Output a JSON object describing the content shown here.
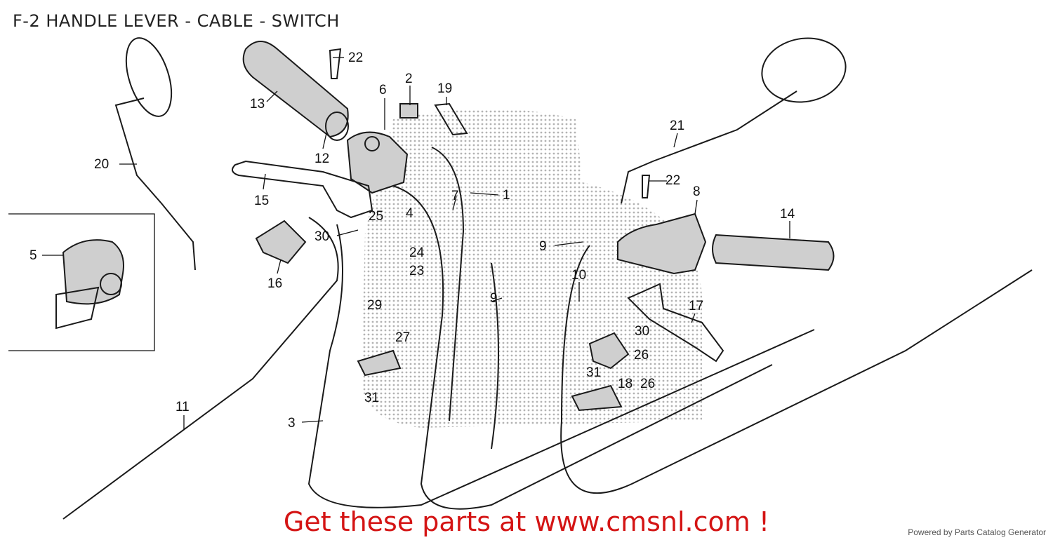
{
  "title": "F-2 HANDLE LEVER - CABLE - SWITCH",
  "promo": "Get these parts at www.cmsnl.com !",
  "powered_by": "Powered by Parts Catalog Generator",
  "callouts": {
    "c1": "1",
    "c2": "2",
    "c3": "3",
    "c4": "4",
    "c5": "5",
    "c6": "6",
    "c7": "7",
    "c8": "8",
    "c9a": "9",
    "c9b": "9",
    "c10": "10",
    "c11": "11",
    "c12": "12",
    "c13": "13",
    "c14": "14",
    "c15": "15",
    "c16": "16",
    "c17": "17",
    "c18": "18",
    "c19": "19",
    "c20": "20",
    "c21": "21",
    "c22a": "22",
    "c22b": "22",
    "c23": "23",
    "c24": "24",
    "c25": "25",
    "c26a": "26",
    "c26b": "26",
    "c27": "27",
    "c29": "29",
    "c30a": "30",
    "c30b": "30",
    "c31a": "31",
    "c31b": "31"
  }
}
